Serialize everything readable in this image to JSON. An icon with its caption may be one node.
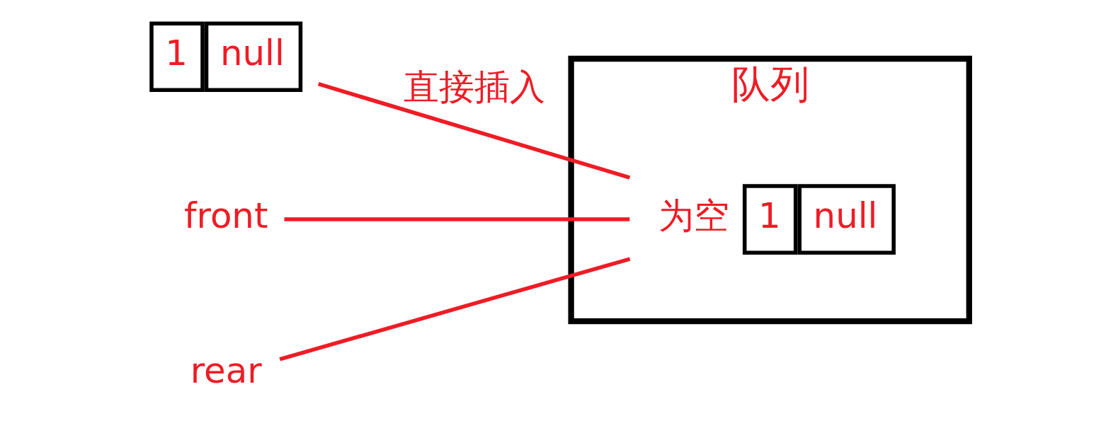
{
  "diagram": {
    "nodes": [
      {
        "text": [
          "队列"
        ]
      },
      {
        "text": [
          "1",
          "null"
        ],
        "in": 0,
        "beside": [
          "为空"
        ]
      },
      {
        "text": [
          "1",
          "null"
        ]
      },
      {
        "text": [
          "front"
        ]
      },
      {
        "text": [
          "rear"
        ]
      }
    ],
    "edges": [
      {
        "from": 2,
        "to": 1,
        "arrow": "none",
        "label": "直接插入"
      },
      {
        "from": 3,
        "to": 1,
        "arrow": "none"
      },
      {
        "from": 4,
        "to": 1,
        "arrow": "none"
      }
    ]
  }
}
